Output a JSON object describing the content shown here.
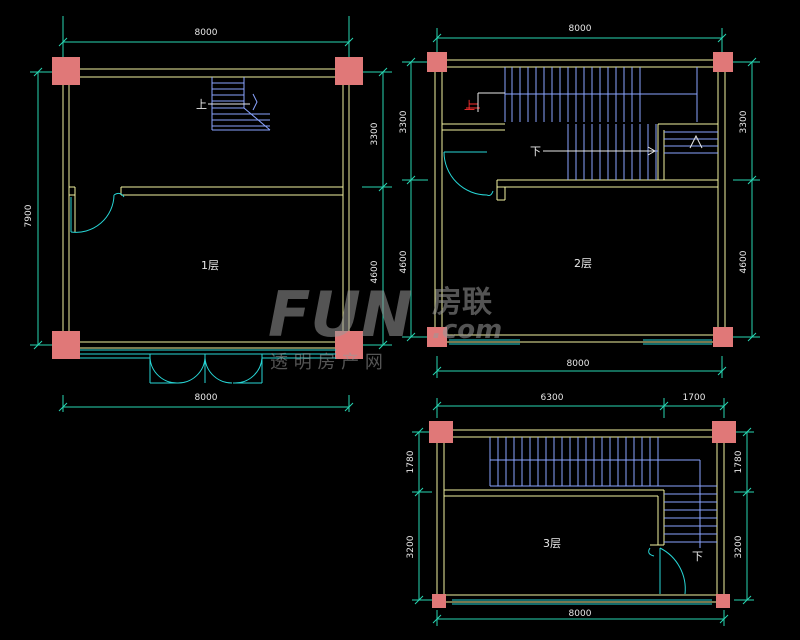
{
  "floor1": {
    "label": "1层",
    "dim_top": "8000",
    "dim_bottom": "8000",
    "dim_left": "7900",
    "dim_right_upper": "3300",
    "dim_right_lower": "4600",
    "stair_note": "上"
  },
  "floor2": {
    "label": "2层",
    "dim_top": "8000",
    "dim_bottom": "8000",
    "dim_left_upper": "3300",
    "dim_left_lower": "4600",
    "dim_right_upper": "3300",
    "dim_right_lower": "4600",
    "stair_up": "上",
    "stair_down": "下"
  },
  "floor3": {
    "label": "3层",
    "dim_top_left": "6300",
    "dim_top_right": "1700",
    "dim_bottom": "8000",
    "dim_left_upper": "1780",
    "dim_left_lower": "3200",
    "dim_right_upper": "1780",
    "dim_right_lower": "3200",
    "stair_down": "下"
  },
  "watermark": {
    "brand": "FUN",
    "cn": "房联",
    "domain": ".com",
    "tagline": "透 明 房 产 网"
  },
  "colors": {
    "background": "#000000",
    "wall": "#f2f2a0",
    "dimension": "#27d6b2",
    "column": "#e07878",
    "stair": "#8aa4ff",
    "door": "#27d6d6",
    "text": "#e8e8e8",
    "accent_red": "#ff3030"
  }
}
